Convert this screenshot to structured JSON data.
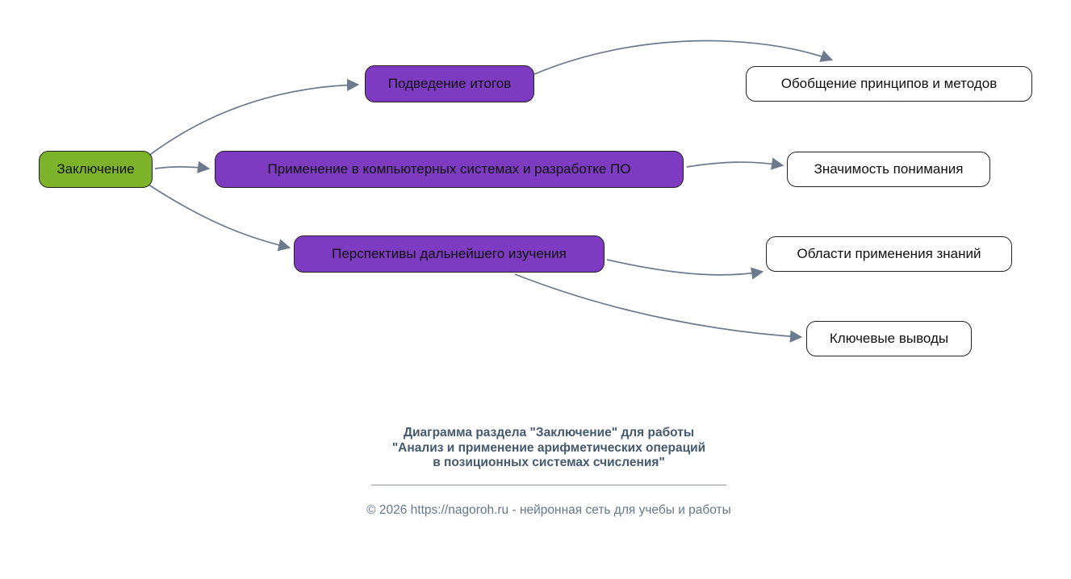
{
  "diagram": {
    "root": {
      "label": "Заключение"
    },
    "branches": [
      {
        "label": "Подведение итогов"
      },
      {
        "label": "Применение в компьютерных системах и разработке ПО"
      },
      {
        "label": "Перспективы дальнейшего изучения"
      }
    ],
    "leaves": [
      {
        "label": "Обобщение принципов и методов"
      },
      {
        "label": "Значимость понимания"
      },
      {
        "label": "Области применения знаний"
      },
      {
        "label": "Ключевые выводы"
      }
    ],
    "colors": {
      "root_fill": "#7db32b",
      "branch_fill": "#7d3bc1",
      "leaf_fill": "#ffffff",
      "node_border": "#222222",
      "edge": "#6b7a8c",
      "caption_text": "#44586e",
      "footer_text": "#64788a"
    }
  },
  "caption": {
    "line1": "Диаграмма раздела \"Заключение\" для работы",
    "line2": "\"Анализ и применение арифметических операций",
    "line3": "в позиционных системах счисления\"",
    "footer": "© 2026 https://nagoroh.ru - нейронная сеть для учебы и работы"
  }
}
